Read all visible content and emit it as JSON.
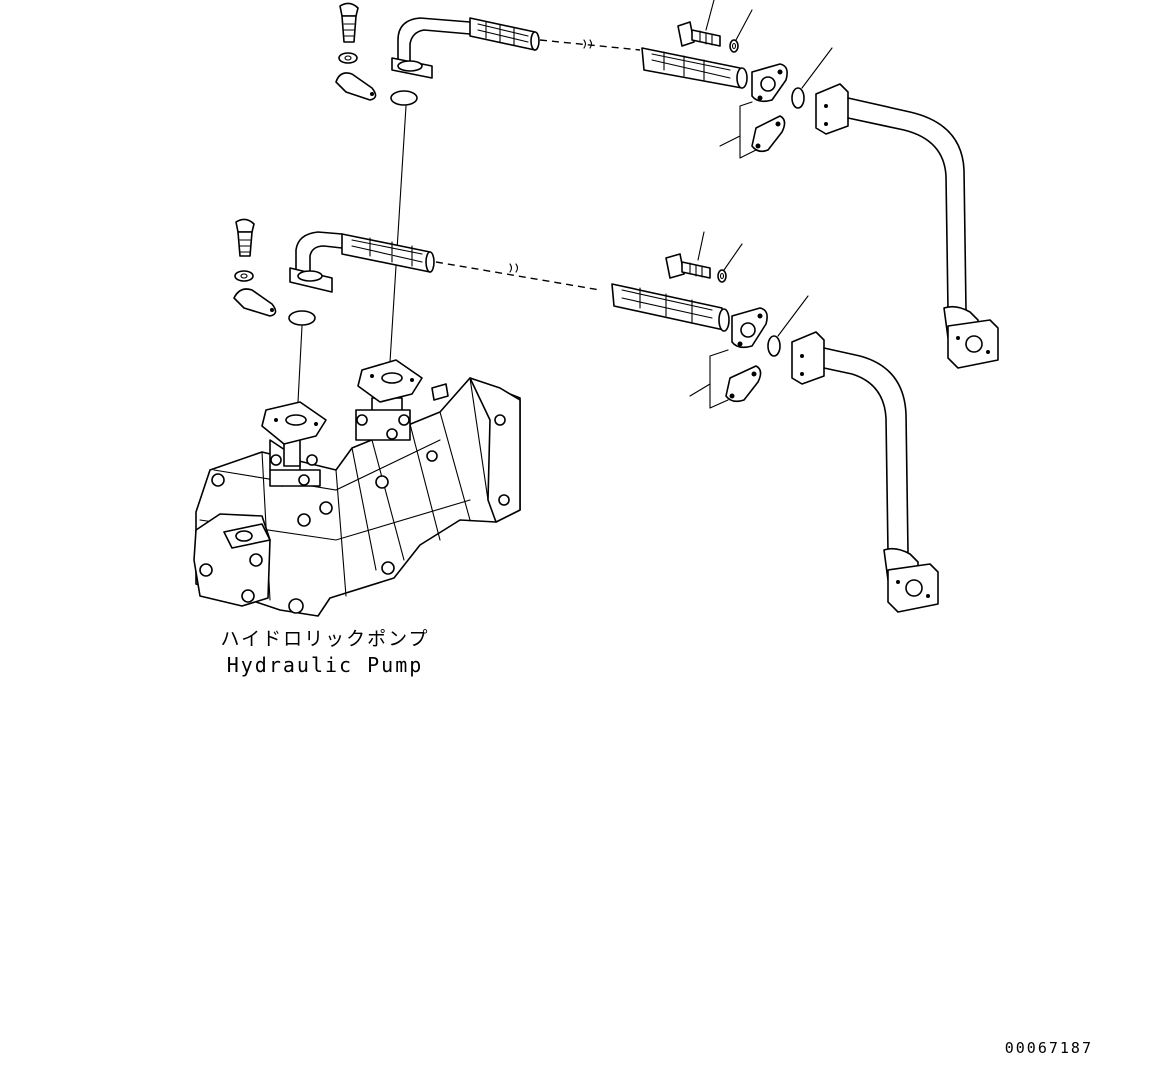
{
  "title": "",
  "components": {
    "pump": {
      "label_jp": "ハイドロリックポンプ",
      "label_en": "Hydraulic Pump"
    }
  },
  "drawing_id": "00067187",
  "colors": {
    "line": "#000000",
    "background": "#ffffff"
  }
}
